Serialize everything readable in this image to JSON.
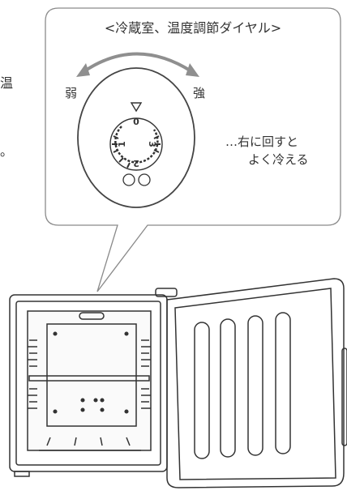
{
  "callout": {
    "title": "<冷蔵室、温度調節ダイヤル>",
    "weak_label": "弱",
    "strong_label": "強",
    "note_line1": "…右に回すと",
    "note_line2": "よく冷える"
  },
  "dial": {
    "ticks": [
      "0",
      "1",
      "2",
      "3"
    ]
  },
  "cutoff_text": {
    "char": "温",
    "mark": "。"
  }
}
